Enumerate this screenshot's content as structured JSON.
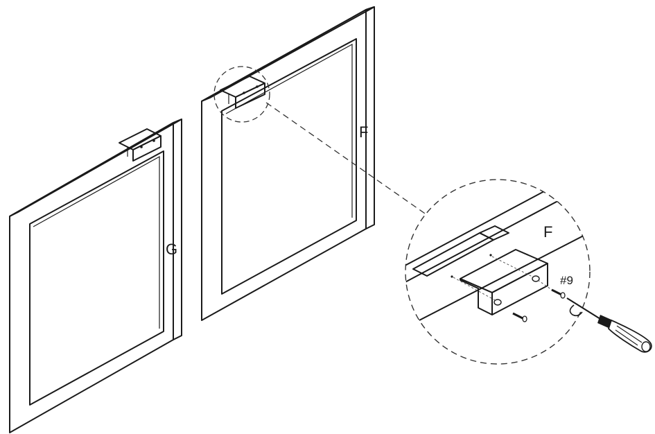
{
  "labels": {
    "panel_left": "G",
    "panel_right": "F",
    "detail_panel": "F",
    "screw": "#9"
  },
  "colors": {
    "line": "#1a1a1a",
    "mesh": "#555555",
    "background": "#ffffff"
  },
  "icons": {
    "tool": "screwdriver-icon",
    "fastener": "screw-icon",
    "bracket": "bracket-icon"
  }
}
